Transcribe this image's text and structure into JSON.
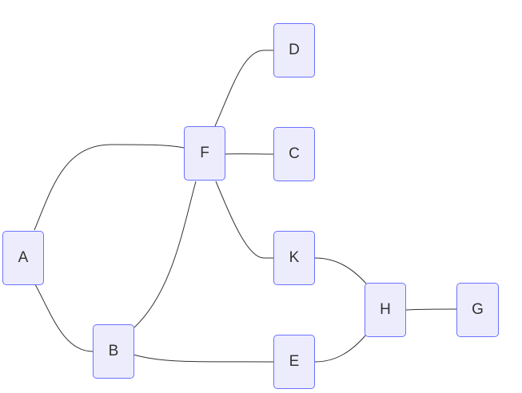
{
  "nodes": {
    "a": {
      "label": "A"
    },
    "b": {
      "label": "B"
    },
    "c": {
      "label": "C"
    },
    "d": {
      "label": "D"
    },
    "e": {
      "label": "E"
    },
    "f": {
      "label": "F"
    },
    "g": {
      "label": "G"
    },
    "h": {
      "label": "H"
    },
    "k": {
      "label": "K"
    }
  },
  "edges": [
    {
      "from": "A",
      "to": "F"
    },
    {
      "from": "A",
      "to": "B"
    },
    {
      "from": "B",
      "to": "F"
    },
    {
      "from": "B",
      "to": "E"
    },
    {
      "from": "F",
      "to": "D"
    },
    {
      "from": "F",
      "to": "C"
    },
    {
      "from": "F",
      "to": "K"
    },
    {
      "from": "K",
      "to": "H"
    },
    {
      "from": "E",
      "to": "H"
    },
    {
      "from": "H",
      "to": "G"
    }
  ],
  "colors": {
    "node_fill": "#ececfd",
    "node_border": "#6b72ff",
    "edge": "#333333",
    "text": "#333333"
  }
}
